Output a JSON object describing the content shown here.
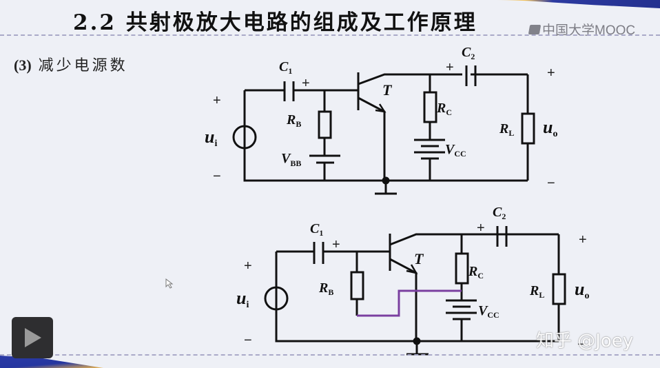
{
  "slide": {
    "title": "2.2  共射极放大电路的组成及工作原理",
    "section_number": "(3)",
    "section_title": "减少电源数",
    "watermark_mooc": "中国大学MOOC",
    "watermark_zhihu": "知乎 @Joey"
  },
  "colors": {
    "background": "#eef0f6",
    "wire": "#111111",
    "highlight_wire": "#7a3fa0",
    "dash_line": "#a9a9c8",
    "play_button_bg": "#2e2e30"
  },
  "circuit_top": {
    "labels": {
      "c1": "C",
      "c1_sub": "1",
      "c2": "C",
      "c2_sub": "2",
      "rb": "R",
      "rb_sub": "B",
      "rc": "R",
      "rc_sub": "C",
      "rl": "R",
      "rl_sub": "L",
      "vbb": "V",
      "vbb_sub": "BB",
      "vcc": "V",
      "vcc_sub": "CC",
      "ui": "u",
      "ui_sub": "i",
      "uo": "u",
      "uo_sub": "o",
      "transistor": "T"
    },
    "signs": {
      "plus": "+",
      "minus": "−"
    }
  },
  "circuit_bottom": {
    "labels": {
      "c1": "C",
      "c1_sub": "1",
      "c2": "C",
      "c2_sub": "2",
      "rb": "R",
      "rb_sub": "B",
      "rc": "R",
      "rc_sub": "C",
      "rl": "R",
      "rl_sub": "L",
      "vcc": "V",
      "vcc_sub": "CC",
      "ui": "u",
      "ui_sub": "i",
      "uo": "u",
      "uo_sub": "o",
      "transistor": "T"
    },
    "signs": {
      "plus": "+",
      "minus": "−"
    }
  },
  "player": {
    "play_icon": "play-icon"
  }
}
